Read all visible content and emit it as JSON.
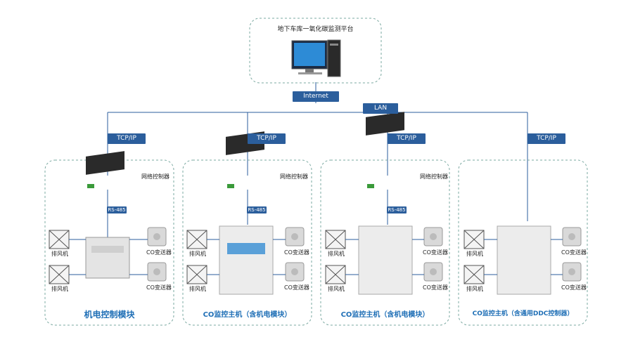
{
  "platform": {
    "title": "地下车库一氧化碳监测平台"
  },
  "network": {
    "internet": "Internet",
    "lan": "LAN",
    "tcpip": "TCP/IP",
    "rs485": "RS-485"
  },
  "devices": {
    "gateway": "网络控制器",
    "fan": "排风机",
    "co_sensor": "CO变送器"
  },
  "modules": [
    {
      "title": "机电控制模块"
    },
    {
      "title": "CO监控主机（含机电模块）"
    },
    {
      "title": "CO监控主机（含机电模块）"
    },
    {
      "title": "CO监控主机（含通用DDC控制器）"
    }
  ]
}
